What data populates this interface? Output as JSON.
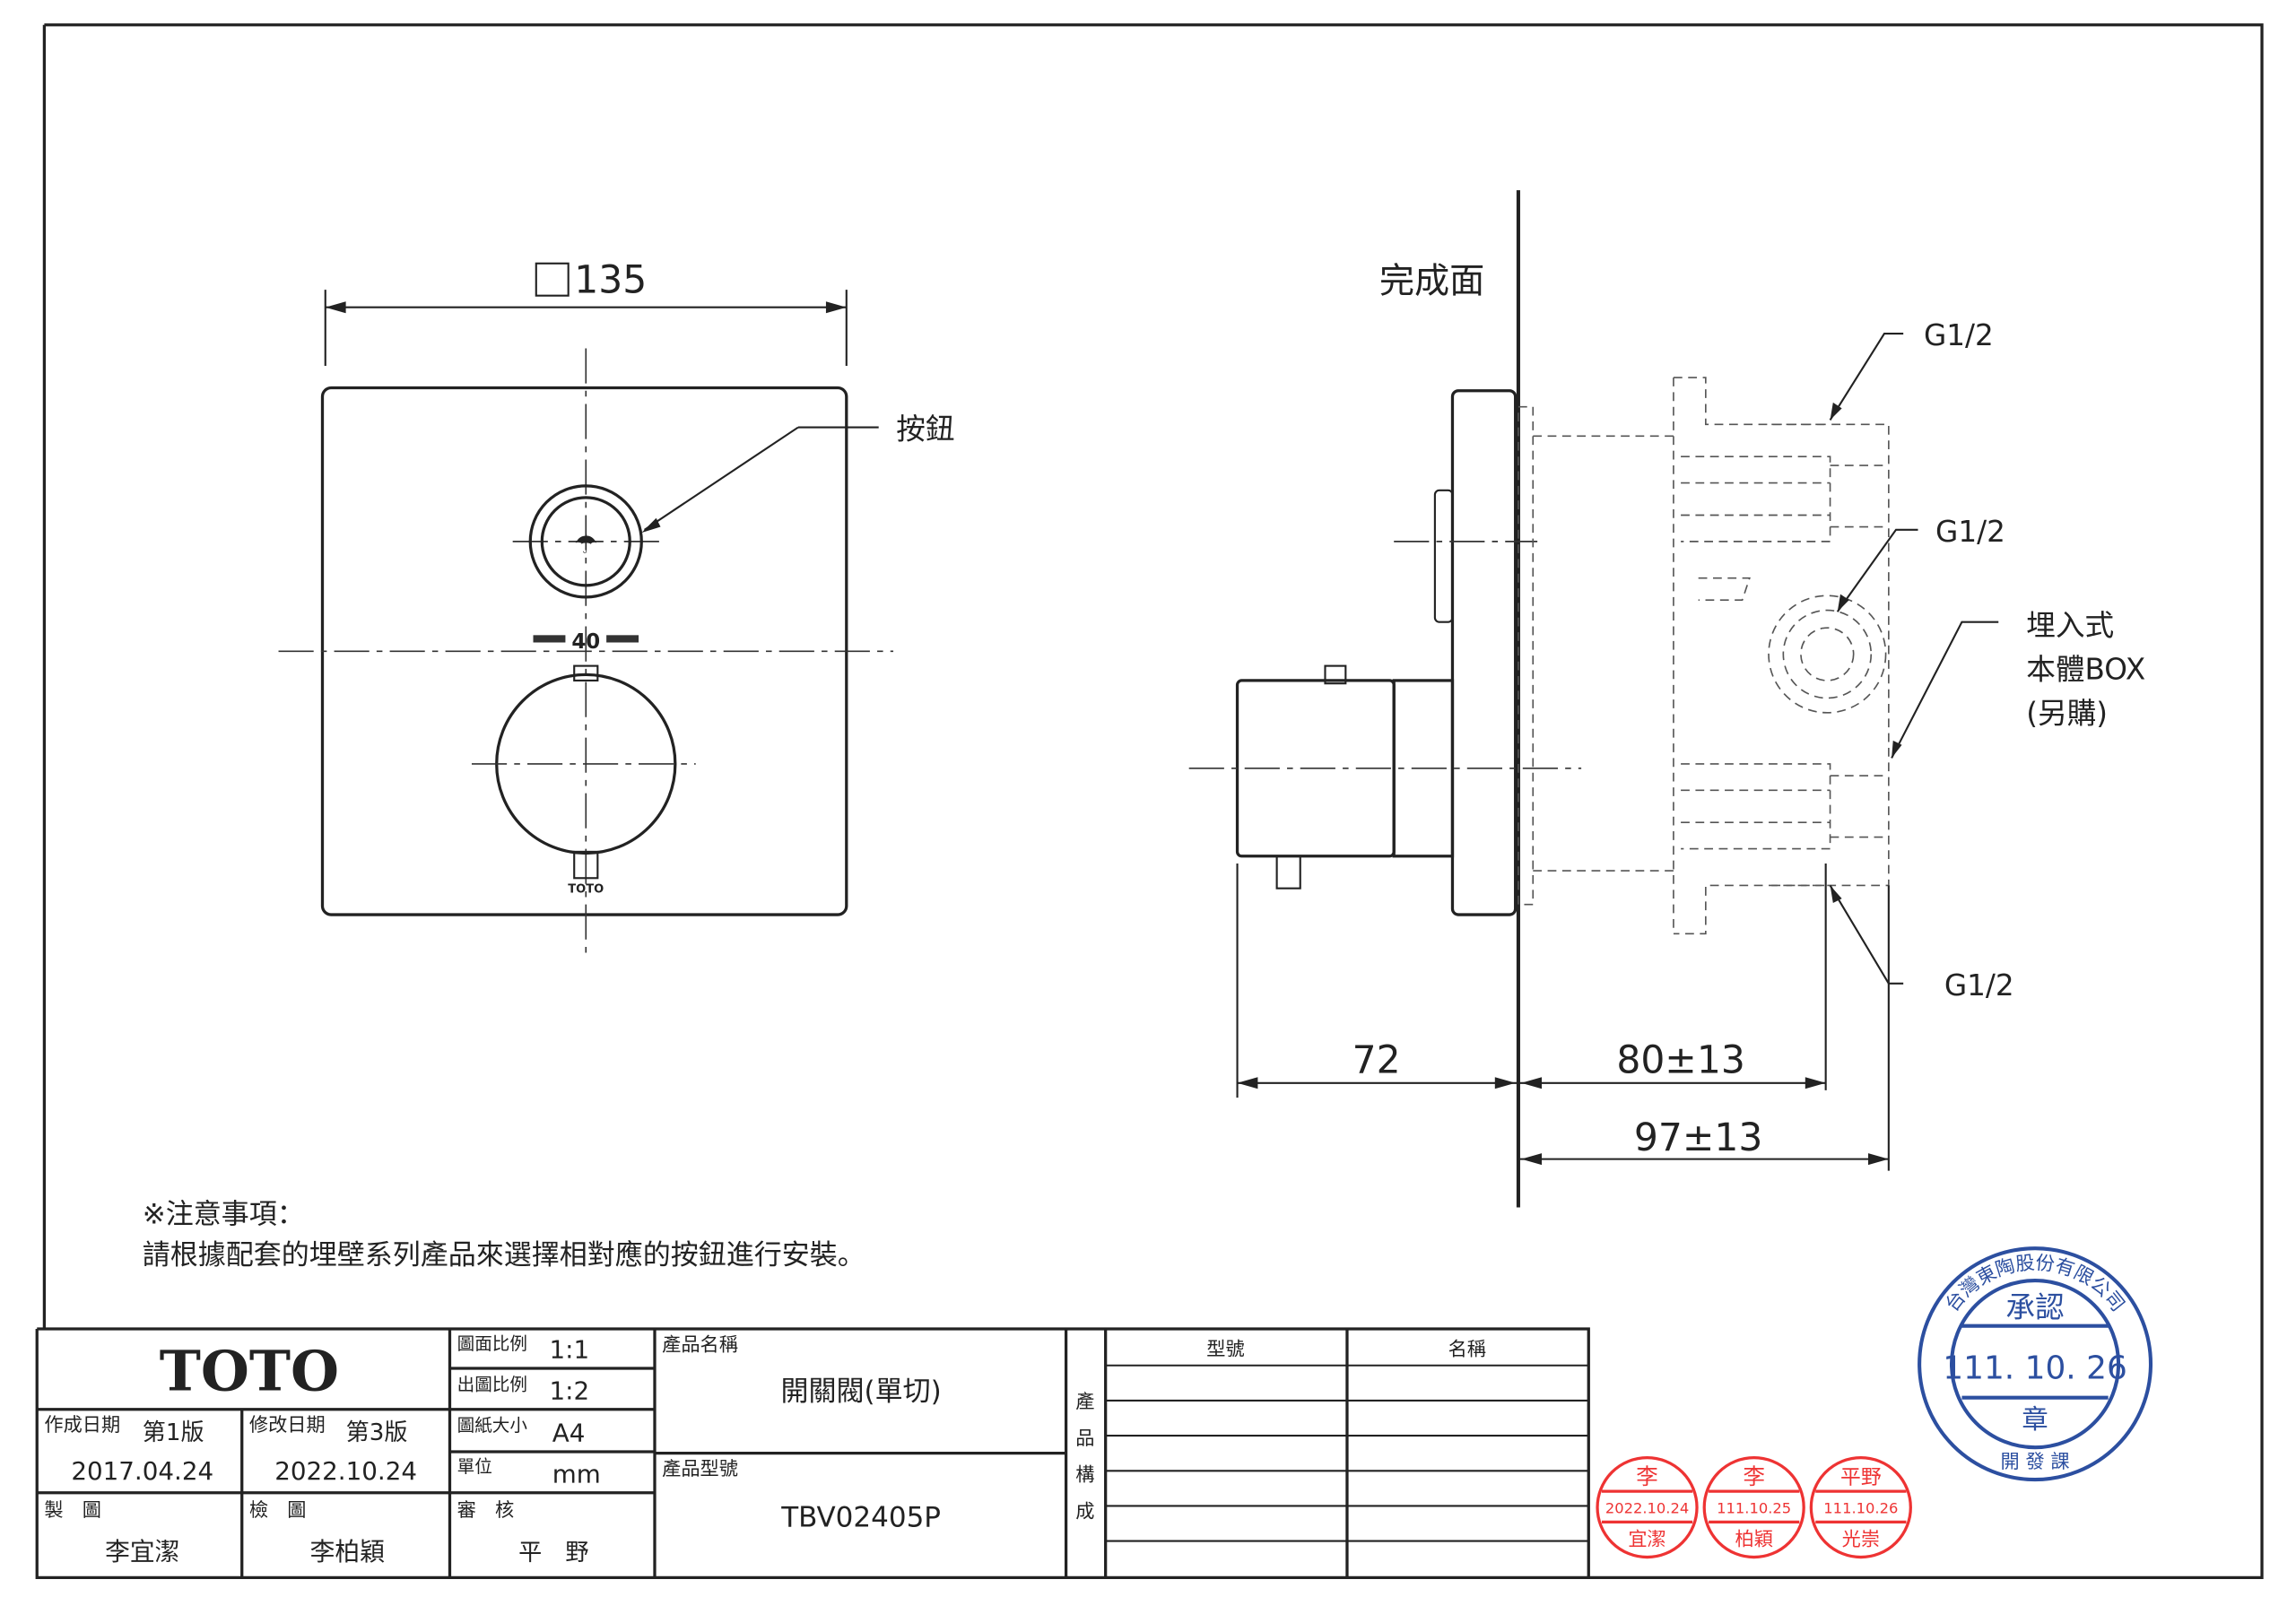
{
  "drawing": {
    "front_view": {
      "square_dim": "135",
      "button_label": "按鈕",
      "temp_mark": "40",
      "knob_logo": "TOTO"
    },
    "side_view": {
      "finish_surface": "完成面",
      "g_top": "G1/2",
      "g_mid": "G1/2",
      "g_bottom": "G1/2",
      "box_label": [
        "埋入式",
        "本體BOX",
        "(另購)"
      ],
      "dim_72": "72",
      "dim_80": "80±13",
      "dim_97": "97±13"
    },
    "notes": {
      "title": "※注意事項：",
      "text": "請根據配套的埋壁系列產品來選擇相對應的按鈕進行安裝。"
    }
  },
  "title_block": {
    "logo": "TOTO",
    "created_label": "作成日期",
    "created_version": "第1版",
    "created_date": "2017.04.24",
    "modified_label": "修改日期",
    "modified_version": "第3版",
    "modified_date": "2022.10.24",
    "drawn_label": "製　圖",
    "drawn_by": "李宜潔",
    "checked_label": "檢　圖",
    "checked_by": "李柏穎",
    "approved_label": "審　核",
    "approved_by": "平　野",
    "scale_label": "圖面比例",
    "scale": "1:1",
    "print_scale_label": "出圖比例",
    "print_scale": "1:2",
    "paper_label": "圖紙大小",
    "paper": "A4",
    "unit_label": "單位",
    "unit": "mm",
    "product_name_label": "產品名稱",
    "product_name": "開關閥(單切)",
    "product_model_label": "產品型號",
    "product_model": "TBV02405P",
    "composition_label": [
      "產",
      "品",
      "構",
      "成"
    ],
    "col_model": "型號",
    "col_name": "名稱"
  },
  "stamps": {
    "drawn": {
      "top": "李",
      "date": "2022.10.24",
      "bottom": "宜潔"
    },
    "checked": {
      "top": "李",
      "date": "111.10.25",
      "bottom": "柏穎"
    },
    "approved": {
      "top": "平野",
      "date": "111.10.26",
      "bottom": "光崇"
    },
    "approval": {
      "company": "台灣東陶股份有限公司",
      "title": "承認",
      "date": "111. 10. 26",
      "seal": "章",
      "dept": "開 發 課"
    }
  },
  "colors": {
    "stamp_red": "#e33333",
    "stamp_blue": "#2c4fa0"
  }
}
